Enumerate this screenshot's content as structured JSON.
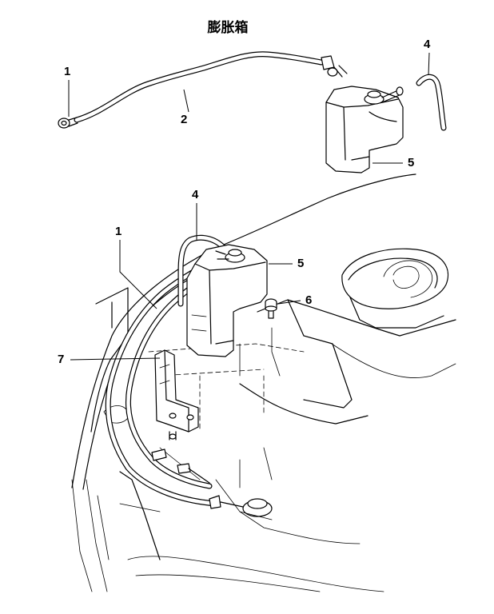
{
  "title": "膨胀箱",
  "callouts": {
    "top_hose_clamp": "1",
    "top_hose": "2",
    "top_cap_hose": "4",
    "top_tank": "5",
    "assy_cap_hose": "4",
    "assy_hose": "1",
    "assy_tank": "5",
    "assy_bolt": "6",
    "assy_bracket": "7"
  }
}
